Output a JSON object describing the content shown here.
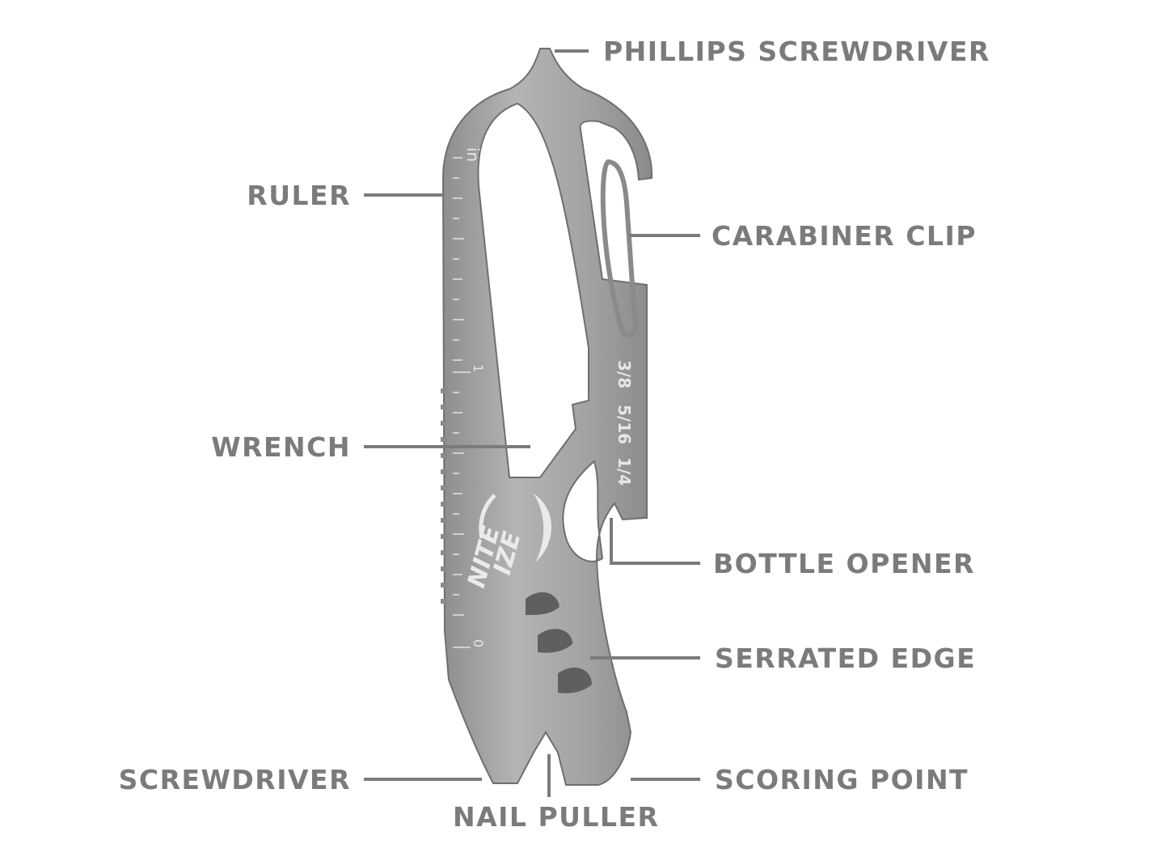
{
  "labels": {
    "phillips_screwdriver": "PHILLIPS SCREWDRIVER",
    "ruler": "RULER",
    "carabiner_clip": "CARABINER CLIP",
    "wrench": "WRENCH",
    "bottle_opener": "BOTTLE OPENER",
    "serrated_edge": "SERRATED EDGE",
    "screwdriver": "SCREWDRIVER",
    "scoring_point": "SCORING POINT",
    "nail_puller": "NAIL PULLER"
  },
  "tool": {
    "brand_line1": "NITE",
    "brand_line2": "IZE",
    "ruler_unit": "in",
    "ruler_mark_1": "1",
    "ruler_mark_0": "0",
    "wrench_sizes": [
      "3/8",
      "5/16",
      "1/4"
    ]
  },
  "colors": {
    "label_text": "#7b7b7b",
    "steel": "#a8a8a8",
    "steel_dark": "#6f6f6f"
  }
}
